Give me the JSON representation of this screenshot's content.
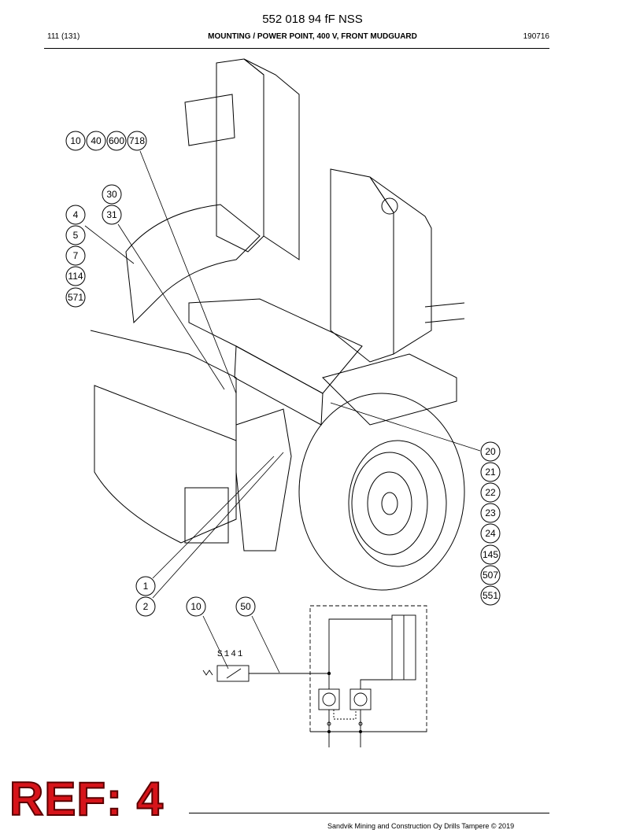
{
  "header": {
    "doc_number": "552 018 94 fF NSS",
    "page_ref": "111 (131)",
    "title": "MOUNTING / POWER POINT, 400 V, FRONT MUDGUARD",
    "date": "190716"
  },
  "drawing": {
    "callouts_top_left": [
      "10",
      "40",
      "600",
      "718"
    ],
    "callouts_mid": [
      "30",
      "31"
    ],
    "callouts_left": [
      "4",
      "5",
      "7",
      "114",
      "571"
    ],
    "callouts_right": [
      "20",
      "21",
      "22",
      "23",
      "24",
      "145",
      "507",
      "551"
    ],
    "callouts_bottom_left": [
      "1",
      "2"
    ],
    "callouts_schematic": [
      "10",
      "50"
    ],
    "schematic_label": "S141"
  },
  "stamp": {
    "text": "REF: 4"
  },
  "footer": {
    "copyright": "Sandvik Mining and Construction Oy Drills Tampere © 2019"
  }
}
